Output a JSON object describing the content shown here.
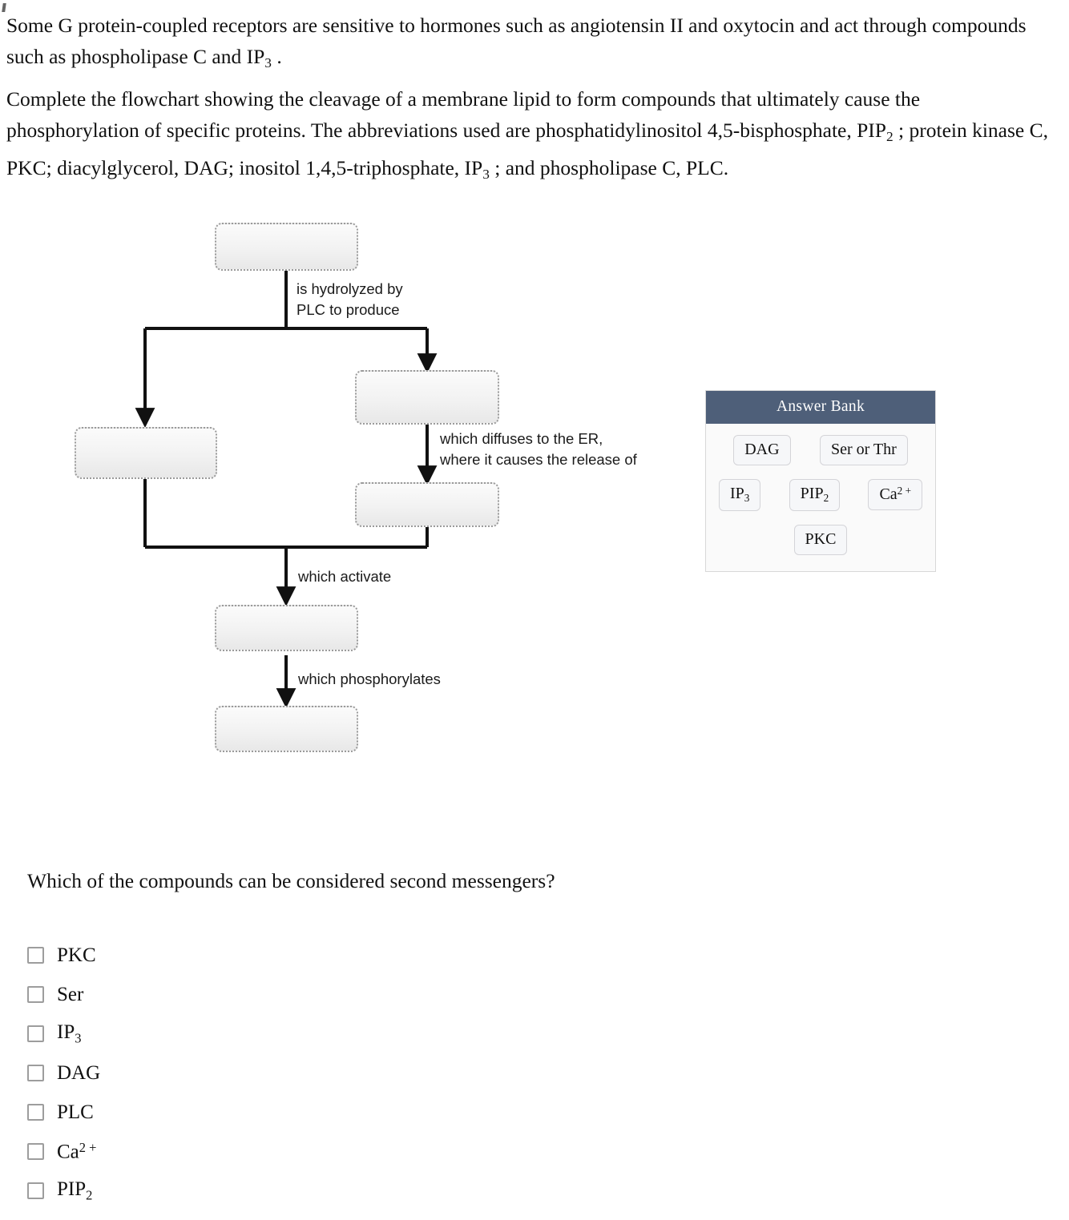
{
  "intro": {
    "paragraph_1_html": "Some G protein-coupled receptors are sensitive to hormones such as angiotensin II and oxytocin and act through compounds such as phospholipase C and IP<sub>3</sub> .",
    "paragraph_2_html": "Complete the flowchart showing the cleavage of a membrane lipid to form compounds that ultimately cause the phosphorylation of specific proteins. The abbreviations used are phosphatidylinositol 4,5-bisphosphate, PIP<sub>2</sub> ; protein kinase C, PKC; diacylglycerol, DAG; inositol 1,4,5-triphosphate, IP<sub>3</sub> ; and phospholipase C, PLC."
  },
  "flowchart": {
    "blanks": [
      {
        "id": "blank-top",
        "value": ""
      },
      {
        "id": "blank-left",
        "value": ""
      },
      {
        "id": "blank-right-upper",
        "value": ""
      },
      {
        "id": "blank-right-lower",
        "value": ""
      },
      {
        "id": "blank-activated",
        "value": ""
      },
      {
        "id": "blank-phosphorylated",
        "value": ""
      }
    ],
    "edge_labels": {
      "hydrolyzed": "is hydrolyzed by\nPLC to produce",
      "diffuses": "which diffuses to the ER,\nwhere it causes the release of",
      "activate": "which activate",
      "phosphorylates": "which phosphorylates"
    }
  },
  "answer_bank": {
    "title": "Answer Bank",
    "header_color": "#4e5f79",
    "tiles": [
      {
        "id": "tile-dag",
        "html": "DAG"
      },
      {
        "id": "tile-ser-or-thr",
        "html": "Ser or Thr"
      },
      {
        "id": "tile-ip3",
        "html": "IP<sub>3</sub>"
      },
      {
        "id": "tile-pip2",
        "html": "PIP<sub>2</sub>"
      },
      {
        "id": "tile-ca2",
        "html": "Ca<sup>2 +</sup>"
      },
      {
        "id": "tile-pkc",
        "html": "PKC"
      }
    ]
  },
  "question": {
    "prompt": "Which of the compounds can be considered second messengers?",
    "choices": [
      {
        "id": "choice-pkc",
        "html": "PKC",
        "checked": false
      },
      {
        "id": "choice-ser",
        "html": "Ser",
        "checked": false
      },
      {
        "id": "choice-ip3",
        "html": "IP<sub>3</sub>",
        "checked": false
      },
      {
        "id": "choice-dag",
        "html": "DAG",
        "checked": false
      },
      {
        "id": "choice-plc",
        "html": "PLC",
        "checked": false
      },
      {
        "id": "choice-ca2",
        "html": "Ca<sup>2 +</sup>",
        "checked": false
      },
      {
        "id": "choice-pip2",
        "html": "PIP<sub>2</sub>",
        "checked": false
      }
    ]
  }
}
